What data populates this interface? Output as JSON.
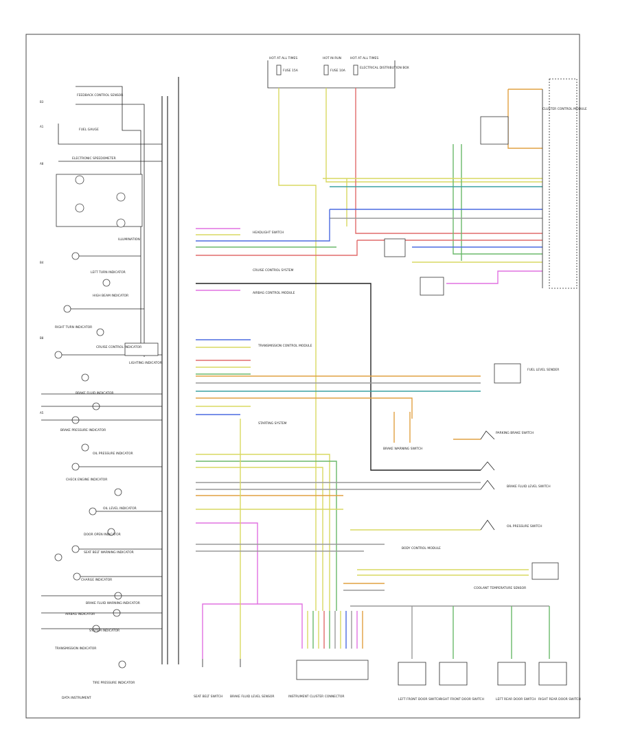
{
  "diagram": {
    "frame_label": "",
    "cluster_label": "DATA INSTRUMENT",
    "left_labels": [
      {
        "pin": "B3",
        "text": "FEEDBACK CONTROL SENSOR"
      },
      {
        "pin": "A1",
        "text": "FUEL GAUGE"
      },
      {
        "pin": "A8",
        "text": "ELECTRONIC SPEEDOMETER"
      },
      {
        "pin": "",
        "text": "ILLUMINATION"
      },
      {
        "pin": "B4",
        "text": "LEFT TURN INDICATOR"
      },
      {
        "pin": "",
        "text": "HIGH BEAM INDICATOR"
      },
      {
        "pin": "B8",
        "text": "RIGHT TURN INDICATOR"
      },
      {
        "pin": "",
        "text": "CRUISE CONTROL INDICATOR"
      },
      {
        "pin": "",
        "text": "LIGHTING INDICATOR"
      },
      {
        "pin": "",
        "text": "BRAKE FLUID INDICATOR"
      },
      {
        "pin": "A5",
        "text": "BRAKE PRESSURE INDICATOR"
      },
      {
        "pin": "",
        "text": "OIL PRESSURE INDICATOR"
      },
      {
        "pin": "",
        "text": "CHECK ENGINE INDICATOR"
      },
      {
        "pin": "",
        "text": "OIL LEVEL INDICATOR"
      },
      {
        "pin": "",
        "text": "DOOR OPEN INDICATOR"
      },
      {
        "pin": "",
        "text": "SEAT BELT WARNING INDICATOR"
      },
      {
        "pin": "",
        "text": "CHARGE INDICATOR"
      },
      {
        "pin": "",
        "text": "BRAKE FLUID WARNING INDICATOR"
      },
      {
        "pin": "",
        "text": "AIRBAG INDICATOR"
      },
      {
        "pin": "",
        "text": "SYSTEM INDICATOR"
      },
      {
        "pin": "",
        "text": "TRANSMISSION INDICATOR"
      },
      {
        "pin": "",
        "text": "TIRE PRESSURE INDICATOR"
      }
    ],
    "top_fuses": [
      {
        "title": "HOT AT ALL TIMES",
        "label": "FUSE 15A"
      },
      {
        "title": "HOT IN RUN",
        "label": "FUSE 10A"
      },
      {
        "title": "HOT AT ALL TIMES",
        "label": "ELECTRICAL DISTRIBUTION BOX"
      }
    ],
    "right_modules": [
      {
        "name": "CLUSTER CONTROL MODULE",
        "id": "cluster-module"
      },
      {
        "name": "FUEL LEVEL SENDER",
        "id": "fuel-sender"
      },
      {
        "name": "PARKING BRAKE SWITCH",
        "id": "parking-brake-switch"
      },
      {
        "name": "BRAKE FLUID LEVEL SWITCH",
        "id": "brake-fluid-switch"
      },
      {
        "name": "OIL PRESSURE SWITCH",
        "id": "oil-pressure-switch"
      },
      {
        "name": "COOLANT TEMPERATURE SENSOR",
        "id": "coolant-sensor"
      }
    ],
    "mid_labels": [
      "HEADLIGHT SWITCH",
      "CRUISE CONTROL SYSTEM",
      "AIRBAG CONTROL MODULE",
      "TRANSMISSION CONTROL MODULE",
      "STARTING SYSTEM",
      "BRAKE WARNING SWITCH",
      "BODY CONTROL MODULE"
    ],
    "bottom_labels": [
      "SEAT BELT SWITCH",
      "BRAKE FLUID LEVEL SENSOR",
      "INSTRUMENT CLUSTER CONNECTOR",
      "LEFT FRONT DOOR SWITCH",
      "RIGHT FRONT DOOR SWITCH",
      "LEFT REAR DOOR SWITCH",
      "RIGHT REAR DOOR SWITCH"
    ],
    "wire_colors": {
      "yellow": "#d8d860",
      "green": "#6ab86a",
      "red": "#e06a6a",
      "blue": "#4a6ae0",
      "teal": "#3aa0a0",
      "orange": "#e0a040",
      "pink": "#e070e0",
      "gray": "#999999",
      "black": "#222222"
    }
  }
}
